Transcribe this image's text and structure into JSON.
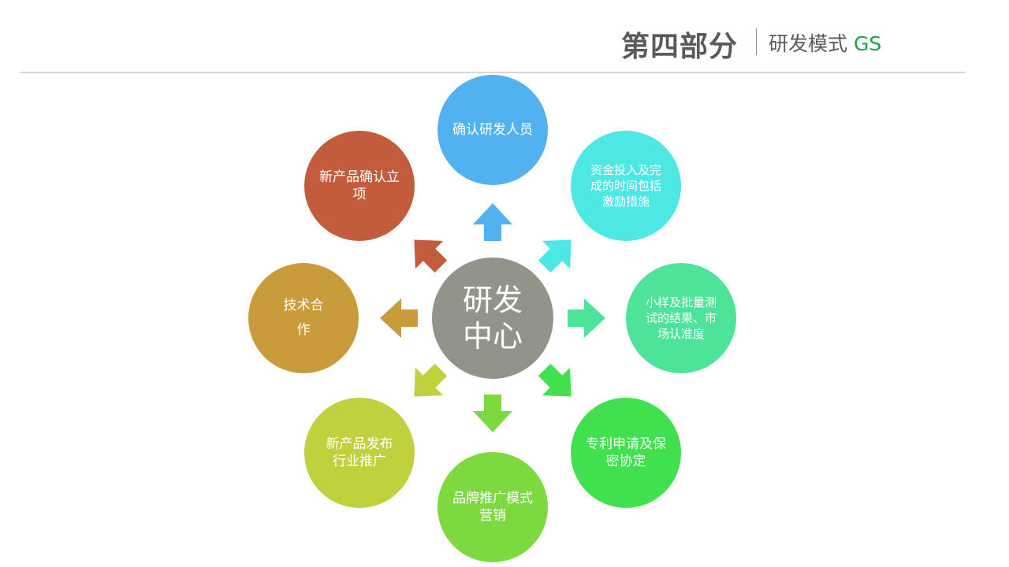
{
  "header": {
    "section_title": "第四部分",
    "subtitle_text": "研发模式 ",
    "subtitle_accent": "GS"
  },
  "colors": {
    "rule": "#d6d6d6",
    "title": "#5a5a5a",
    "accent": "#1aa34a",
    "center": "#93938a"
  },
  "center": {
    "label": "研发中心"
  },
  "nodes": [
    {
      "id": "n1",
      "label": "确认研发人员",
      "color": "#52b2f0"
    },
    {
      "id": "n2",
      "label": "资金投入及完成的时间包括激励措施",
      "color": "#4de8e3"
    },
    {
      "id": "n3",
      "label": "小样及批量测试的结果、市场认准度",
      "color": "#4de399"
    },
    {
      "id": "n4",
      "label": "专利申请及保密协定",
      "color": "#41e04f"
    },
    {
      "id": "n5",
      "label": "品牌推广模式 营销",
      "color": "#7dd940"
    },
    {
      "id": "n6",
      "label": "新产品发布行业推广",
      "color": "#c1d13d"
    },
    {
      "id": "n7",
      "label": "技术合作",
      "color": "#c99b3a"
    },
    {
      "id": "n8",
      "label": "新产品确认立项",
      "color": "#c25c3d"
    }
  ]
}
